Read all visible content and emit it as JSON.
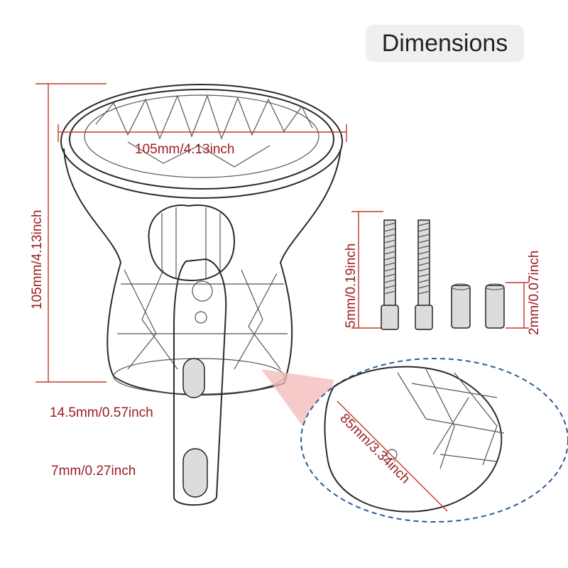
{
  "header": {
    "title": "Dimensions"
  },
  "dimensions": {
    "height": "105mm/4.13inch",
    "rim_diameter": "105mm/4.13inch",
    "slot_width": "14.5mm/0.57inch",
    "slot_small": "7mm/0.27inch",
    "screw_diameter": "5mm/0.19inch",
    "spacer_size": "2mm/0.07inch",
    "clamp_diameter": "85mm/3.34inch"
  },
  "colors": {
    "dimension_text": "#9b1d22",
    "dimension_line": "#c0392b",
    "badge_bg": "#efefef"
  }
}
